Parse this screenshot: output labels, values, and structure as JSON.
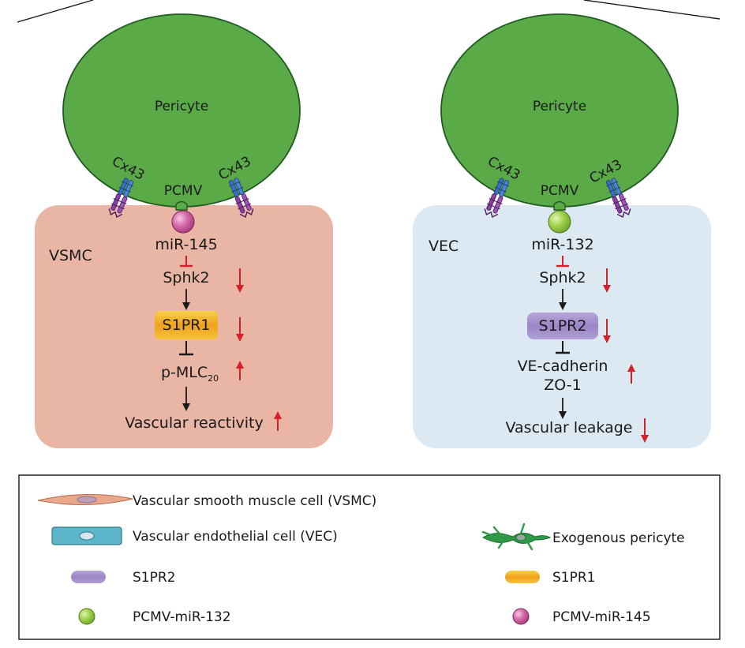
{
  "colors": {
    "pericyte_fill": "#5aaa48",
    "pericyte_stroke": "#1f5a1f",
    "vsmc_panel": "#e9b6a5",
    "vec_panel": "#dce9f3",
    "inhibit_red": "#d42026",
    "arrow_red": "#d42026",
    "cx43_blue": "#3a6fc4",
    "cx43_purple": "#8a3fa2",
    "s1pr1_orange": "#f0a11c",
    "s1pr2_purple": "#9a86c6",
    "miR145_magenta": "#c64e9a",
    "miR132_green": "#8ac43f"
  },
  "left_panel": {
    "pericyte_label": "Pericyte",
    "cx43_left": "Cx43",
    "cx43_right": "Cx43",
    "pcmv_label": "PCMV",
    "cell_label": "VSMC",
    "mirna": "miR-145",
    "sphk": "Sphk2",
    "receptor": "S1PR1",
    "mlc_main": "p-MLC",
    "mlc_sub": "20",
    "outcome": "Vascular reactivity",
    "changes": {
      "sphk": "down",
      "receptor": "down",
      "mlc": "up",
      "outcome": "up"
    }
  },
  "right_panel": {
    "pericyte_label": "Pericyte",
    "cx43_left": "Cx43",
    "cx43_right": "Cx43",
    "pcmv_label": "PCMV",
    "cell_label": "VEC",
    "mirna": "miR-132",
    "sphk": "Sphk2",
    "receptor": "S1PR2",
    "junction_1": "VE-cadherin",
    "junction_2": "ZO-1",
    "outcome": "Vascular leakage",
    "changes": {
      "sphk": "down",
      "receptor": "down",
      "junction": "up",
      "outcome": "down"
    }
  },
  "legend": {
    "vsmc": "Vascular smooth muscle cell (VSMC)",
    "vec": "Vascular endothelial cell (VEC)",
    "pericyte": "Exogenous pericyte",
    "s1pr2": "S1PR2",
    "s1pr1": "S1PR1",
    "pcmv132": "PCMV-miR-132",
    "pcmv145": "PCMV-miR-145"
  }
}
